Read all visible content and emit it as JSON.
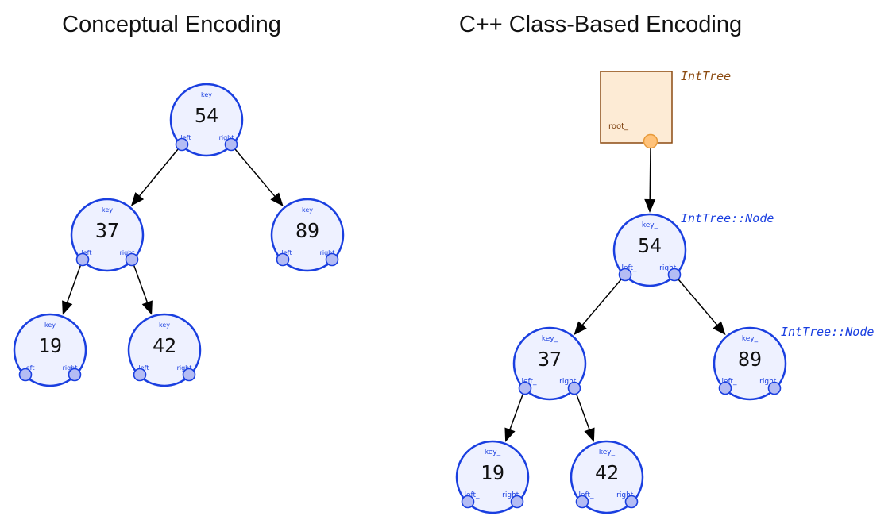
{
  "titles": {
    "left": "Conceptual Encoding",
    "right": "C++ Class-Based Encoding"
  },
  "colors": {
    "node_stroke": "#1a3fe0",
    "node_fill": "#eef1ff",
    "pointer_fill": "#b4bcf4",
    "box_fill": "#fdebd5",
    "box_stroke": "#8b4a10",
    "root_dot_fill": "#ffc27a",
    "type_label_orange": "#8b4a10",
    "type_label_blue": "#1a3fe0"
  },
  "conceptual": {
    "key_label": "key",
    "left_label": "left",
    "right_label": "right",
    "nodes": [
      {
        "id": "c54",
        "key": "54"
      },
      {
        "id": "c37",
        "key": "37"
      },
      {
        "id": "c89",
        "key": "89"
      },
      {
        "id": "c19",
        "key": "19"
      },
      {
        "id": "c42",
        "key": "42"
      }
    ],
    "edges": [
      {
        "from": "c54",
        "side": "left",
        "to": "c37"
      },
      {
        "from": "c54",
        "side": "right",
        "to": "c89"
      },
      {
        "from": "c37",
        "side": "left",
        "to": "c19"
      },
      {
        "from": "c37",
        "side": "right",
        "to": "c42"
      }
    ]
  },
  "cpp": {
    "tree_type": "IntTree",
    "node_type": "IntTree::Node",
    "root_label": "root_",
    "key_label": "key_",
    "left_label": "left_",
    "right_label": "right_",
    "nodes": [
      {
        "id": "p54",
        "key": "54",
        "show_type": true
      },
      {
        "id": "p37",
        "key": "37",
        "show_type": false
      },
      {
        "id": "p89",
        "key": "89",
        "show_type": true
      },
      {
        "id": "p19",
        "key": "19",
        "show_type": false
      },
      {
        "id": "p42",
        "key": "42",
        "show_type": false
      }
    ],
    "edges": [
      {
        "from": "p54",
        "side": "left",
        "to": "p37"
      },
      {
        "from": "p54",
        "side": "right",
        "to": "p89"
      },
      {
        "from": "p37",
        "side": "left",
        "to": "p19"
      },
      {
        "from": "p37",
        "side": "right",
        "to": "p42"
      }
    ]
  }
}
